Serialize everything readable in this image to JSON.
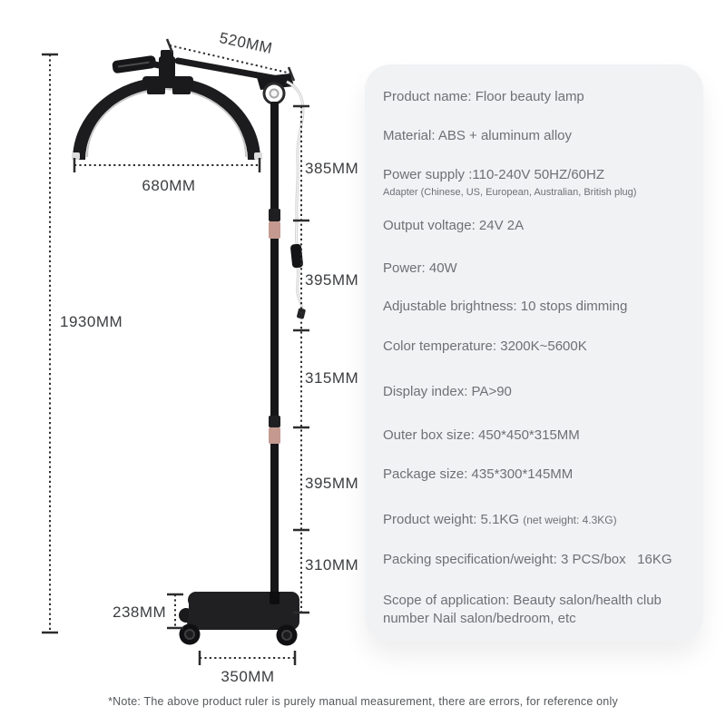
{
  "product_image": {
    "description": "floor-beauty-lamp-dimension-drawing",
    "lamp_color": "#1c1c1e",
    "collar_color": "#c49a90"
  },
  "dims": {
    "total_height": "1930MM",
    "arm_length": "520MM",
    "head_width": "680MM",
    "seg1": "385MM",
    "seg2": "395MM",
    "seg3": "315MM",
    "seg4": "395MM",
    "seg5": "310MM",
    "base_height": "238MM",
    "base_width": "350MM"
  },
  "specs": {
    "panel_bg": "#f1f2f4",
    "text_color": "#6d7175",
    "items": [
      {
        "text": "Product name: Floor beauty lamp"
      },
      {
        "text": "Material: ABS + aluminum alloy"
      },
      {
        "text": "Power supply :110-240V 50HZ/60HZ",
        "subtext": "Adapter (Chinese, US, European, Australian, British plug)"
      },
      {
        "text": "Output voltage: 24V 2A"
      },
      {
        "text": "Power: 40W"
      },
      {
        "text": "Adjustable brightness: 10 stops dimming"
      },
      {
        "text": "Color temperature: 3200K~5600K"
      },
      {
        "text": "Display index: PA>90"
      },
      {
        "text": "Outer box size: 450*450*315MM"
      },
      {
        "text": "Package size: 435*300*145MM"
      },
      {
        "text": "Product weight: 5.1KG ",
        "small": "(net weight: 4.3KG)"
      },
      {
        "text": "Packing specification/weight: 3 PCS/box   16KG"
      },
      {
        "text": "Scope of application: Beauty salon/health club number Nail salon/bedroom, etc"
      }
    ]
  },
  "note": "*Note: The above product ruler is purely manual measurement, there are errors, for reference only"
}
